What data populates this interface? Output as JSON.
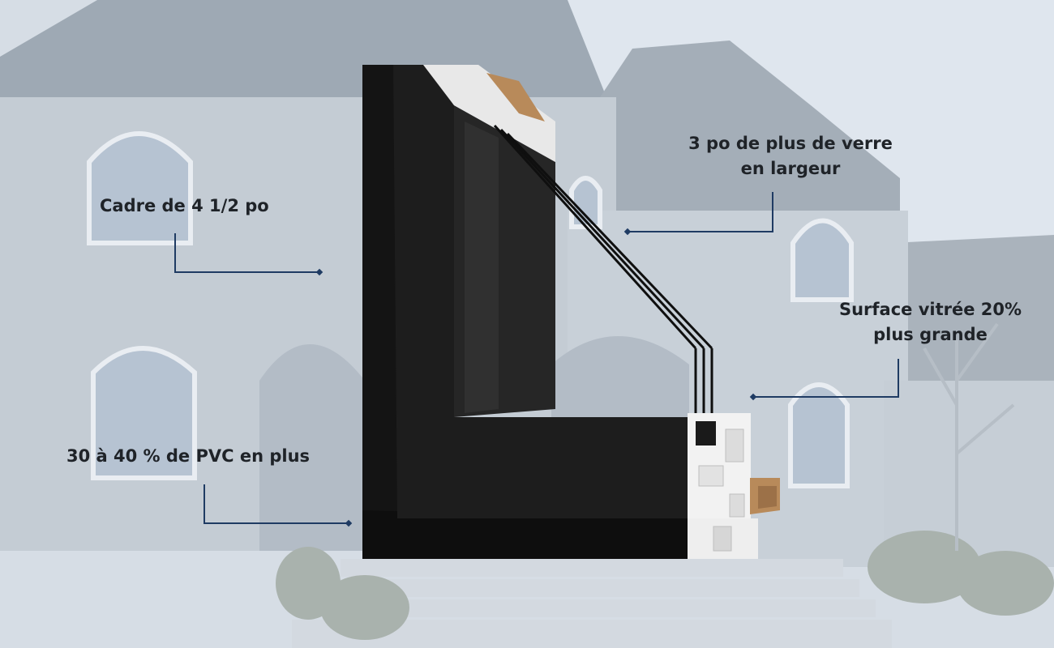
{
  "callouts": {
    "frame": "Cadre de 4 1/2 po",
    "glass_width_line1": "3 po de plus de verre",
    "glass_width_line2": "en largeur",
    "surface_line1": "Surface vitrée 20%",
    "surface_line2": "plus grande",
    "pvc": "30 à 40 % de PVC en plus"
  },
  "colors": {
    "leader_line": "#1f3b63",
    "frame_black": "#151515",
    "pvc_white": "#f2f2f2",
    "wood": "#b88a5a",
    "background_tint": "#c9d2dc"
  }
}
